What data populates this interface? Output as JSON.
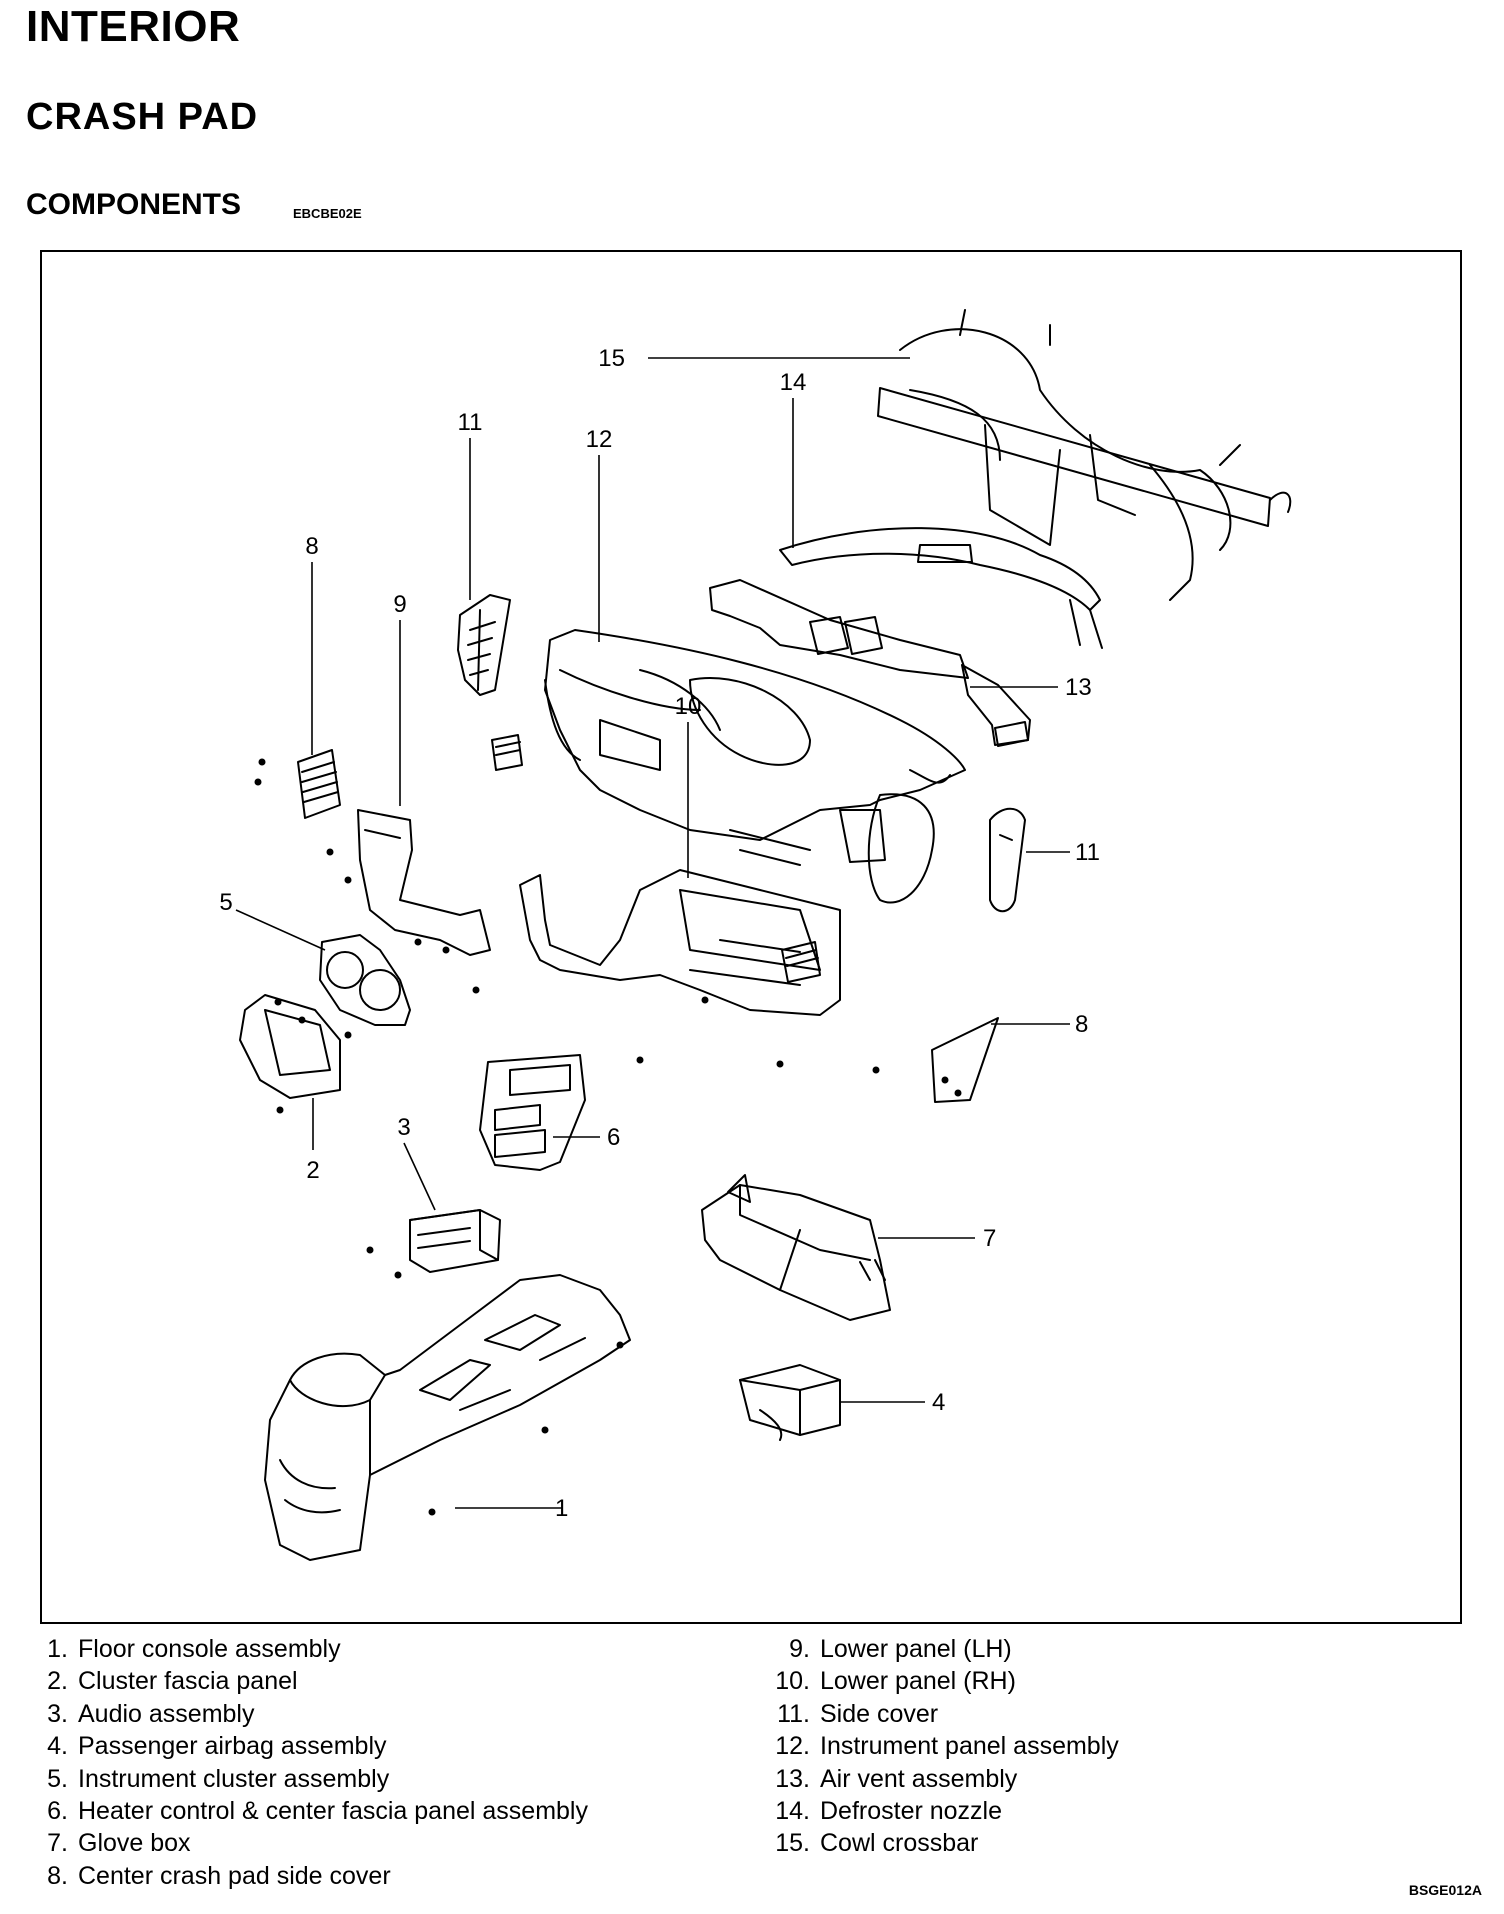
{
  "header": {
    "section": "INTERIOR",
    "subsection": "CRASH PAD",
    "heading": "COMPONENTS",
    "code": "EBCBE02E"
  },
  "diagram": {
    "callouts": [
      "1",
      "2",
      "3",
      "4",
      "5",
      "6",
      "7",
      "8",
      "8",
      "9",
      "10",
      "11",
      "11",
      "12",
      "13",
      "14",
      "15"
    ]
  },
  "legend": {
    "left": [
      {
        "num": "1.",
        "label": "Floor console assembly"
      },
      {
        "num": "2.",
        "label": "Cluster fascia panel"
      },
      {
        "num": "3.",
        "label": "Audio assembly"
      },
      {
        "num": "4.",
        "label": "Passenger airbag assembly"
      },
      {
        "num": "5.",
        "label": "Instrument cluster assembly"
      },
      {
        "num": "6.",
        "label": "Heater control & center fascia panel assembly"
      },
      {
        "num": "7.",
        "label": "Glove box"
      },
      {
        "num": "8.",
        "label": "Center crash pad side cover"
      }
    ],
    "right": [
      {
        "num": "9.",
        "label": "Lower panel (LH)"
      },
      {
        "num": "10.",
        "label": "Lower panel (RH)"
      },
      {
        "num": "11.",
        "label": "Side cover"
      },
      {
        "num": "12.",
        "label": "Instrument panel assembly"
      },
      {
        "num": "13.",
        "label": "Air vent assembly"
      },
      {
        "num": "14.",
        "label": "Defroster nozzle"
      },
      {
        "num": "15.",
        "label": "Cowl crossbar"
      }
    ]
  },
  "footer": {
    "code": "BSGE012A"
  }
}
